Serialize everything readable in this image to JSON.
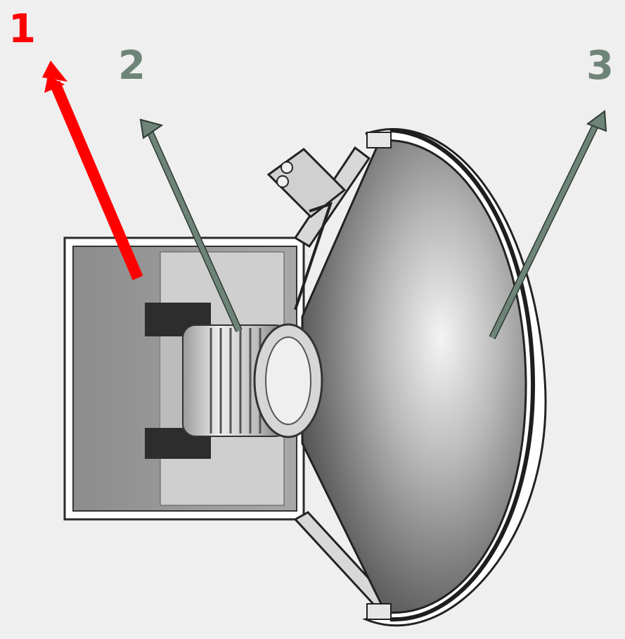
{
  "labels": [
    {
      "text": "1",
      "color": "#ff0000"
    },
    {
      "text": "2",
      "color": "#6f8478"
    },
    {
      "text": "3",
      "color": "#6f8478"
    }
  ],
  "colors": {
    "background": "#efefef",
    "arrow_red": "#ff0000",
    "arrow_gray": "#6f8478"
  }
}
